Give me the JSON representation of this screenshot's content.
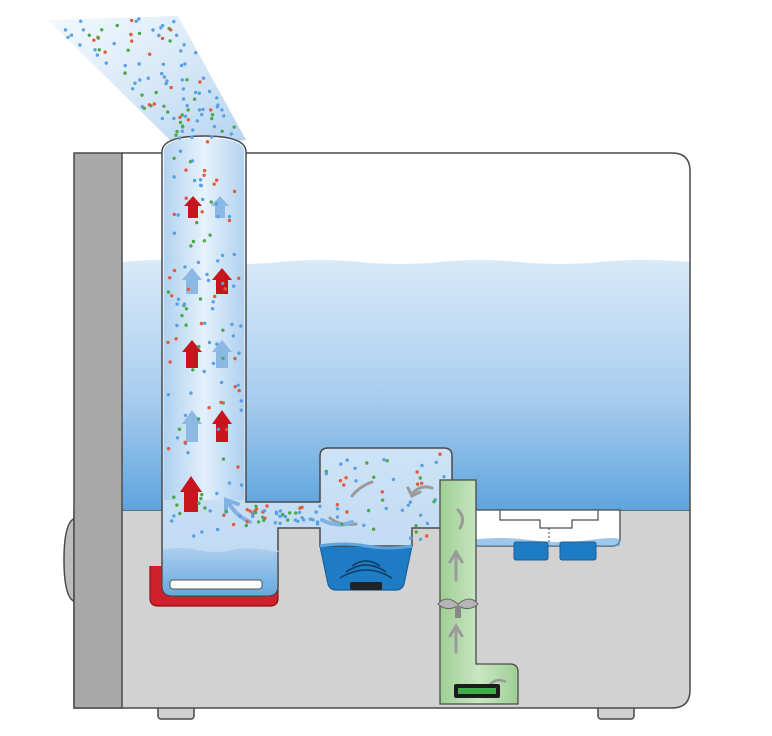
{
  "diagram": {
    "type": "humidifier-cross-section",
    "labels": [],
    "colors": {
      "housing_fill": "#d2d2d2",
      "housing_stroke": "#4a4a4a",
      "side_panel": "#a9a9a9",
      "tank_top": "#ffffff",
      "water_light": "#d4e8f8",
      "water_deep": "#5ea4dd",
      "chimney_light": "#e8f3fd",
      "chimney_dark": "#a9cdee",
      "heater_red": "#d0202a",
      "transducer_blue": "#1e7cc4",
      "fan_duct_green": "#a8d4a0",
      "particle_red": "#e25a3a",
      "particle_green": "#4aa84c",
      "particle_blue": "#5aa0e0",
      "arrow_hot": "#c8151d",
      "arrow_cool": "#8cb8e6",
      "arrow_grey": "#9a9a9a"
    },
    "components": [
      "water-tank",
      "mist-chimney",
      "heating-element",
      "ultrasonic-transducer",
      "fan-duct",
      "fan",
      "float-valve",
      "mist-plume"
    ]
  }
}
